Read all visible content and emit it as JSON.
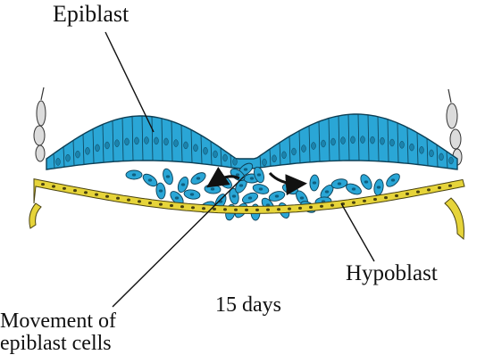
{
  "labels": {
    "epiblast": "Epiblast",
    "hypoblast": "Hypoblast",
    "stage": "15 days",
    "movement_line1": "Movement of",
    "movement_line2": "epiblast cells"
  },
  "colors": {
    "epiblast_fill": "#2aa6d6",
    "epiblast_stroke": "#0d3f55",
    "hypoblast_fill": "#e6d43a",
    "hypoblast_stroke": "#4a4310",
    "amnion_fill": "#dcdcdc",
    "background": "#ffffff"
  }
}
